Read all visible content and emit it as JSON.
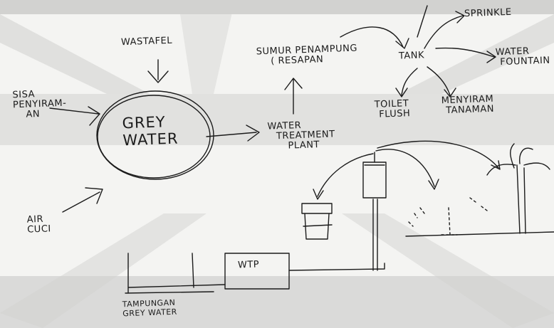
{
  "labels": {
    "wastafel": "WASTAFEL",
    "sisa_line1": "SISA",
    "sisa_line2": "PENYIRAM-",
    "sisa_line3": "AN",
    "grey_line1": "GREY",
    "grey_line2": "WATER",
    "air_line1": "AIR",
    "air_line2": "CUCI",
    "sumur_line1": "SUMUR PENAMPUNG",
    "sumur_line2": "( RESAPAN",
    "wtp_line1": "WATER",
    "wtp_line2": "TREATMENT",
    "wtp_line3": "PLANT",
    "tank": "TANK",
    "sprinkle": "SPRINKLE",
    "fountain_line1": "WATER",
    "fountain_line2": "FOUNTAIN",
    "toilet_line1": "TOILET",
    "toilet_line2": "FLUSH",
    "menyiram_line1": "MENYIRAM",
    "menyiram_line2": "TANAMAN",
    "wtp_box": "WTP",
    "tampungan_line1": "TAMPUNGAN",
    "tampungan_line2": "GREY WATER"
  },
  "colors": {
    "ink": "#1b1b1b",
    "paper": "#f4f4f2",
    "watermark": "#d2d2d0"
  }
}
